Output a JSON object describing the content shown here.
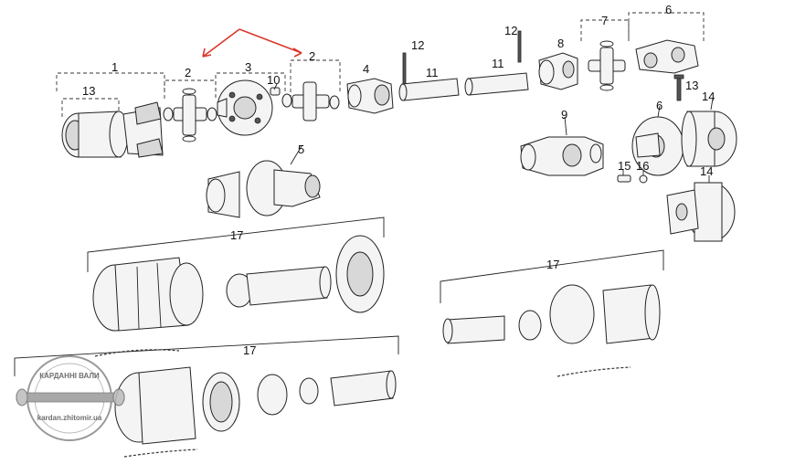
{
  "labels": {
    "n1": "1",
    "n2a": "2",
    "n2b": "2",
    "n3": "3",
    "n4": "4",
    "n5": "5",
    "n6a": "6",
    "n6b": "6",
    "n7": "7",
    "n8": "8",
    "n9": "9",
    "n10": "10",
    "n11a": "11",
    "n11b": "11",
    "n12a": "12",
    "n12b": "12",
    "n13a": "13",
    "n13b": "13",
    "n14a": "14",
    "n14b": "14",
    "n15": "15",
    "n16": "16",
    "n17a": "17",
    "n17b": "17",
    "n17c": "17"
  },
  "watermark": {
    "top_text": "КАРДАННІ ВАЛИ",
    "bottom_text": "kardan.zhitomir.ua"
  },
  "colors": {
    "line": "#222222",
    "arrow": "#d9382c",
    "background": "#ffffff"
  }
}
